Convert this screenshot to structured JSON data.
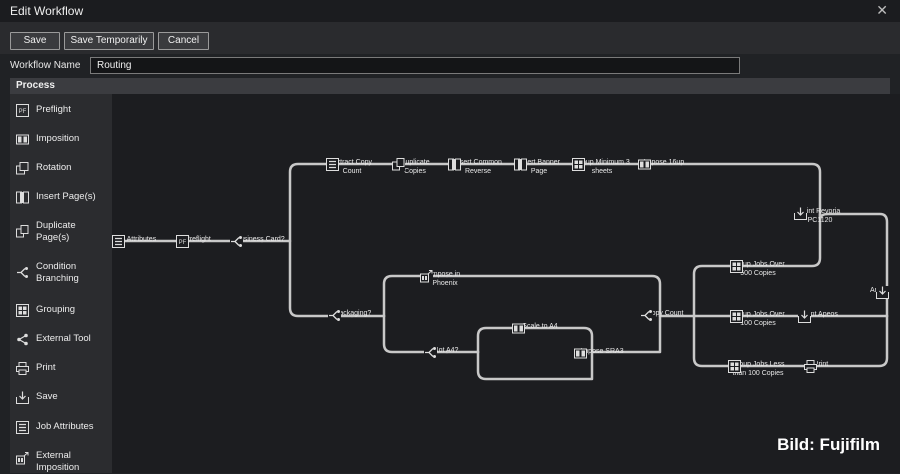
{
  "window": {
    "title": "Edit Workflow",
    "close": "✕"
  },
  "toolbar": {
    "save": "Save",
    "save_temp": "Save Temporarily",
    "cancel": "Cancel"
  },
  "workflow_name": {
    "label": "Workflow Name",
    "value": "Routing"
  },
  "process": {
    "header": "Process",
    "items": [
      {
        "label": "Preflight",
        "icon": "preflight-icon"
      },
      {
        "label": "Imposition",
        "icon": "imposition-icon"
      },
      {
        "label": "Rotation",
        "icon": "rotation-icon"
      },
      {
        "label": "Insert Page(s)",
        "icon": "insert-pages-icon"
      },
      {
        "label": "Duplicate Page(s)",
        "icon": "duplicate-pages-icon"
      },
      {
        "label": "Condition Branching",
        "icon": "branch-icon"
      },
      {
        "label": "Grouping",
        "icon": "grouping-icon"
      },
      {
        "label": "External Tool",
        "icon": "share-icon"
      },
      {
        "label": "Print",
        "icon": "printer-icon"
      },
      {
        "label": "Save",
        "icon": "save-icon"
      },
      {
        "label": "Job Attributes",
        "icon": "list-icon"
      },
      {
        "label": "External Imposition",
        "icon": "external-imposition-icon"
      }
    ]
  },
  "flow": {
    "nodes": [
      {
        "id": "job-attributes",
        "label": "Job Attributes",
        "icon": "list-icon"
      },
      {
        "id": "preflight",
        "label": "Preflight",
        "icon": "preflight-icon"
      },
      {
        "id": "business-card",
        "label": "Business Card?",
        "icon": "branch-icon"
      },
      {
        "id": "extract-copy-count",
        "label": "Extract Copy Count",
        "icon": "list-icon"
      },
      {
        "id": "duplicate-copies",
        "label": "Duplicate Copies",
        "icon": "duplicate-pages-icon"
      },
      {
        "id": "insert-common-reverse",
        "label": "Insert Common Reverse",
        "icon": "insert-pages-icon"
      },
      {
        "id": "insert-banner-page",
        "label": "Insert Banner Page",
        "icon": "insert-pages-icon"
      },
      {
        "id": "group-minimum",
        "label": "Group Minimum 3 sheets",
        "icon": "grouping-icon"
      },
      {
        "id": "impose-16up",
        "label": "Impose 16up",
        "icon": "imposition-icon"
      },
      {
        "id": "print-revoria",
        "label": "Print Revoria PC1120",
        "icon": "save-icon"
      },
      {
        "id": "packaging",
        "label": "Packaging?",
        "icon": "branch-icon"
      },
      {
        "id": "impose-phoenix",
        "label": "Impose in Phoenix",
        "icon": "external-imposition-icon"
      },
      {
        "id": "not-a4",
        "label": "Not A4?",
        "icon": "branch-icon"
      },
      {
        "id": "scale-a4",
        "label": "Scale to A4",
        "icon": "imposition-icon"
      },
      {
        "id": "impose-sra3",
        "label": "Impose SRA3",
        "icon": "imposition-icon"
      },
      {
        "id": "copy-count",
        "label": "Copy Count",
        "icon": "branch-icon"
      },
      {
        "id": "group-over-500",
        "label": "Group Jobs Over 500 Copies",
        "icon": "grouping-icon"
      },
      {
        "id": "group-over-100",
        "label": "Group Jobs Over 100 Copies",
        "icon": "grouping-icon"
      },
      {
        "id": "print-apeos",
        "label": "Print Apeos",
        "icon": "save-icon"
      },
      {
        "id": "group-less-100",
        "label": "Group Jobs Less than 100 Copies",
        "icon": "grouping-icon"
      },
      {
        "id": "print",
        "label": "Print",
        "icon": "printer-icon"
      },
      {
        "id": "archive",
        "label": "Archi",
        "icon": "save-icon"
      }
    ]
  },
  "watermark": "Bild: Fujifilm",
  "colors": {
    "accent_line": "#c8c8c8",
    "background": "#1c1d20"
  }
}
